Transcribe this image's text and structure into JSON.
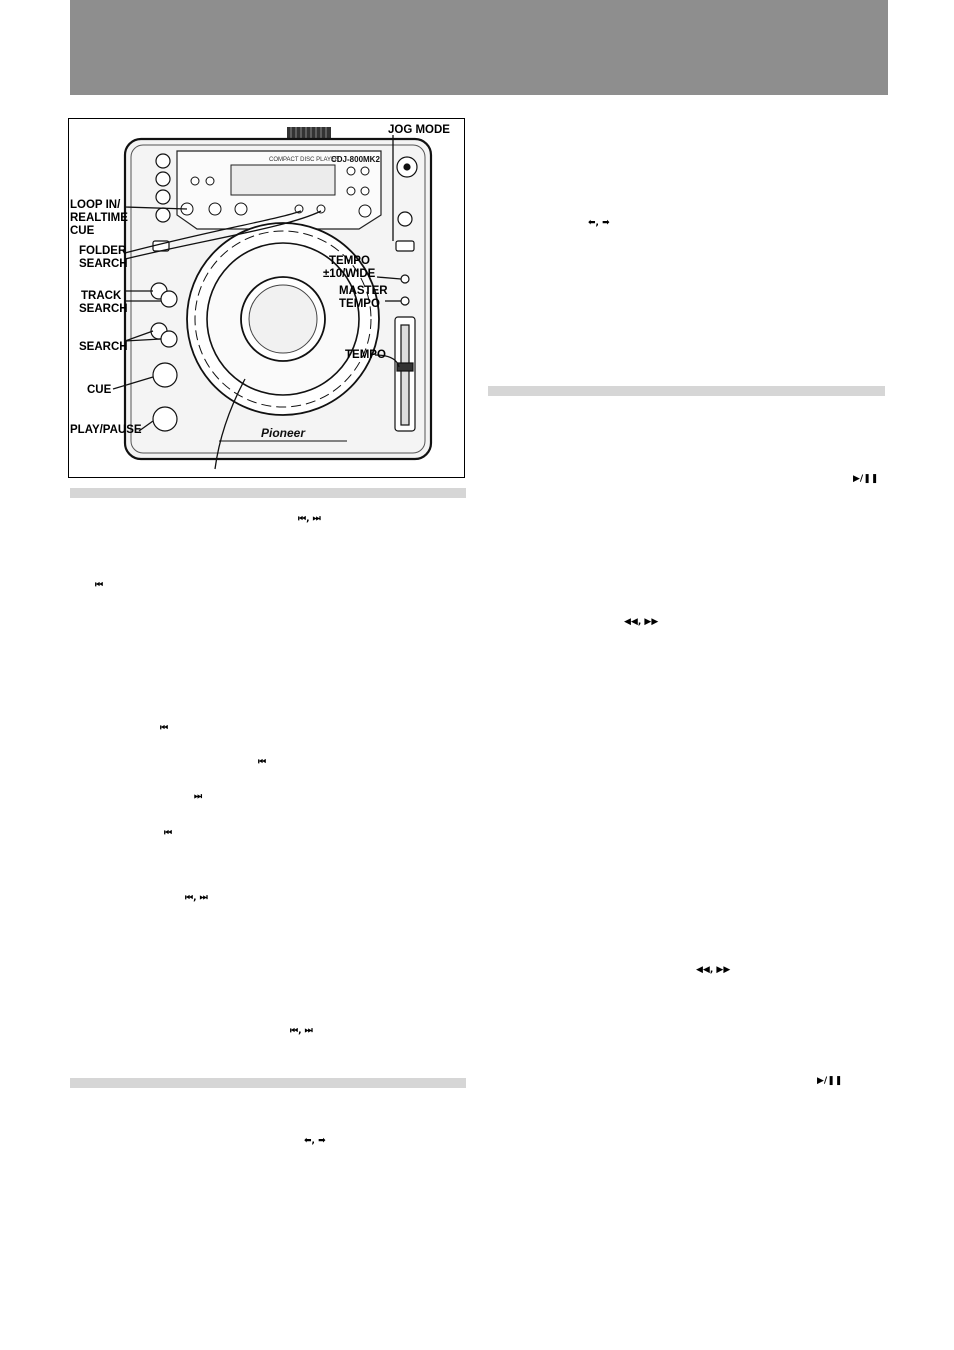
{
  "figure": {
    "model": "CDJ-800MK2",
    "model_caption": "COMPACT DISC PLAYER",
    "brand": "Pioneer",
    "callouts": {
      "jog_mode": "JOG MODE",
      "loop_in": "LOOP IN/",
      "realtime_cue": "REALTIME",
      "cue_short": "CUE",
      "folder": "FOLDER",
      "folder_search": "SEARCH",
      "track": "TRACK",
      "track_search": "SEARCH",
      "search": "SEARCH",
      "cue": "CUE",
      "play_pause": "PLAY/PAUSE",
      "tempo_wide": "TEMPO",
      "tempo_wide_value": "±10/WIDE",
      "master": "MASTER",
      "master_tempo": "TEMPO",
      "tempo": "TEMPO"
    }
  },
  "symbols": {
    "track_prev_next_1": "⏮, ⏭",
    "track_prev_1": "⏮",
    "track_prev_2": "⏮",
    "track_prev_3": "⏮",
    "track_next_1": "⏭",
    "track_prev_4": "⏮",
    "track_prev_next_2": "⏮, ⏭",
    "track_prev_next_3": "⏮, ⏭",
    "folder_arrows_left": "⬅, ➡",
    "folder_arrows_right": "⬅, ➡",
    "play_pause_1": "▶/❚❚",
    "search_1": "◀◀, ▶▶",
    "search_2": "◀◀, ▶▶",
    "play_pause_2": "▶/❚❚"
  },
  "colors": {
    "header": "#8e8e8e",
    "section_bar": "#d6d6d6"
  }
}
